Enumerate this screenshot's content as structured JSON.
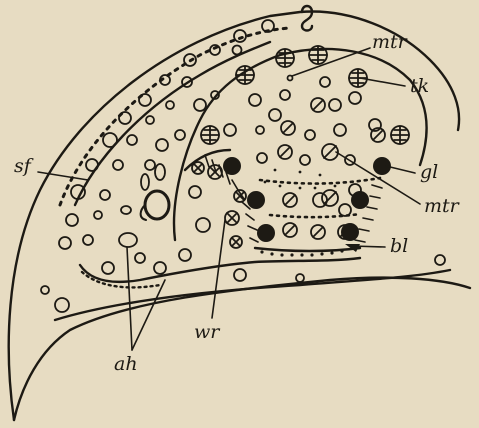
{
  "figure": {
    "labels": {
      "mtr_top": "mtr",
      "tk": "tk",
      "sf": "sf",
      "gl": "gl",
      "mtr_right": "mtr",
      "bl": "bl",
      "wr": "wr",
      "ah": "ah"
    },
    "colors": {
      "paper": "#e7dcc2",
      "ink": "#1d1a14"
    }
  }
}
